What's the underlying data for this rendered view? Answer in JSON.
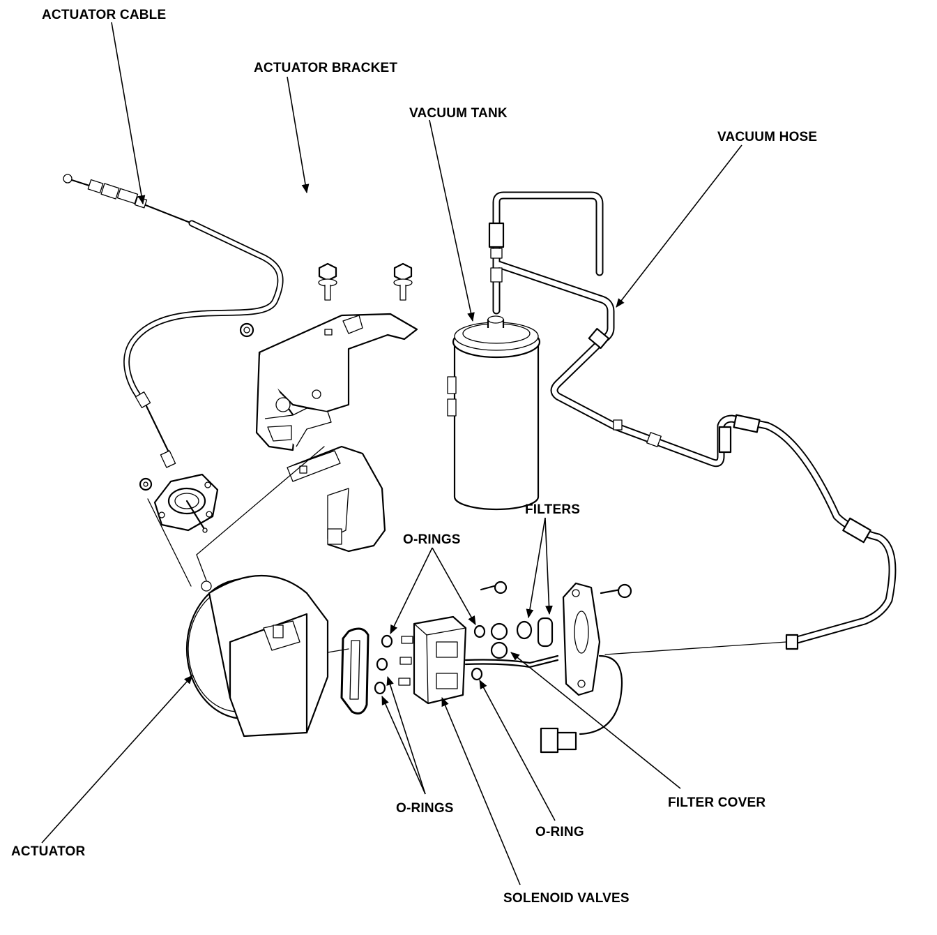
{
  "labels": {
    "actuator_cable": "ACTUATOR CABLE",
    "actuator_bracket": "ACTUATOR BRACKET",
    "vacuum_tank": "VACUUM TANK",
    "vacuum_hose": "VACUUM HOSE",
    "filters": "FILTERS",
    "o_rings_top": "O-RINGS",
    "o_rings_bottom": "O-RINGS",
    "o_ring": "O-RING",
    "filter_cover": "FILTER COVER",
    "actuator": "ACTUATOR",
    "solenoid_valves": "SOLENOID VALVES"
  },
  "icons": {
    "arrow": "arrow-head",
    "bolt": "bolt-icon",
    "screw": "screw-icon",
    "nut": "nut-icon"
  },
  "colors": {
    "ink": "#000000",
    "paper": "#ffffff"
  }
}
